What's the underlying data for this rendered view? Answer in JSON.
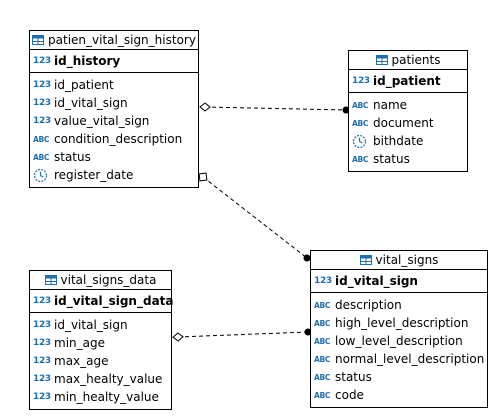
{
  "tables": {
    "history": {
      "name": "patien_vital_sign_history",
      "pk": {
        "type": "123",
        "name": "id_history"
      },
      "columns": [
        {
          "type": "123",
          "name": "id_patient"
        },
        {
          "type": "123",
          "name": "id_vital_sign"
        },
        {
          "type": "123",
          "name": "value_vital_sign"
        },
        {
          "type": "ABC",
          "name": "condition_description"
        },
        {
          "type": "ABC",
          "name": "status"
        },
        {
          "type": "date",
          "name": "register_date"
        }
      ]
    },
    "patients": {
      "name": "patients",
      "pk": {
        "type": "123",
        "name": "id_patient"
      },
      "columns": [
        {
          "type": "ABC",
          "name": "name"
        },
        {
          "type": "ABC",
          "name": "document"
        },
        {
          "type": "date",
          "name": "bithdate"
        },
        {
          "type": "ABC",
          "name": "status"
        }
      ]
    },
    "vital_signs": {
      "name": "vital_signs",
      "pk": {
        "type": "123",
        "name": "id_vital_sign"
      },
      "columns": [
        {
          "type": "ABC",
          "name": "description"
        },
        {
          "type": "ABC",
          "name": "high_level_description"
        },
        {
          "type": "ABC",
          "name": "low_level_description"
        },
        {
          "type": "ABC",
          "name": "normal_level_description"
        },
        {
          "type": "ABC",
          "name": "status"
        },
        {
          "type": "ABC",
          "name": "code"
        }
      ]
    },
    "vital_signs_data": {
      "name": "vital_signs_data",
      "pk": {
        "type": "123",
        "name": "id_vital_sign_data"
      },
      "columns": [
        {
          "type": "123",
          "name": "id_vital_sign"
        },
        {
          "type": "123",
          "name": "min_age"
        },
        {
          "type": "123",
          "name": "max_age"
        },
        {
          "type": "123",
          "name": "max_healty_value"
        },
        {
          "type": "123",
          "name": "min_healty_value"
        }
      ]
    }
  },
  "relations": [
    {
      "from": "history",
      "to": "patients"
    },
    {
      "from": "history",
      "to": "vital_signs"
    },
    {
      "from": "vital_signs_data",
      "to": "vital_signs"
    }
  ],
  "colors": {
    "icon": "#1f6fb5",
    "line": "#000000"
  }
}
